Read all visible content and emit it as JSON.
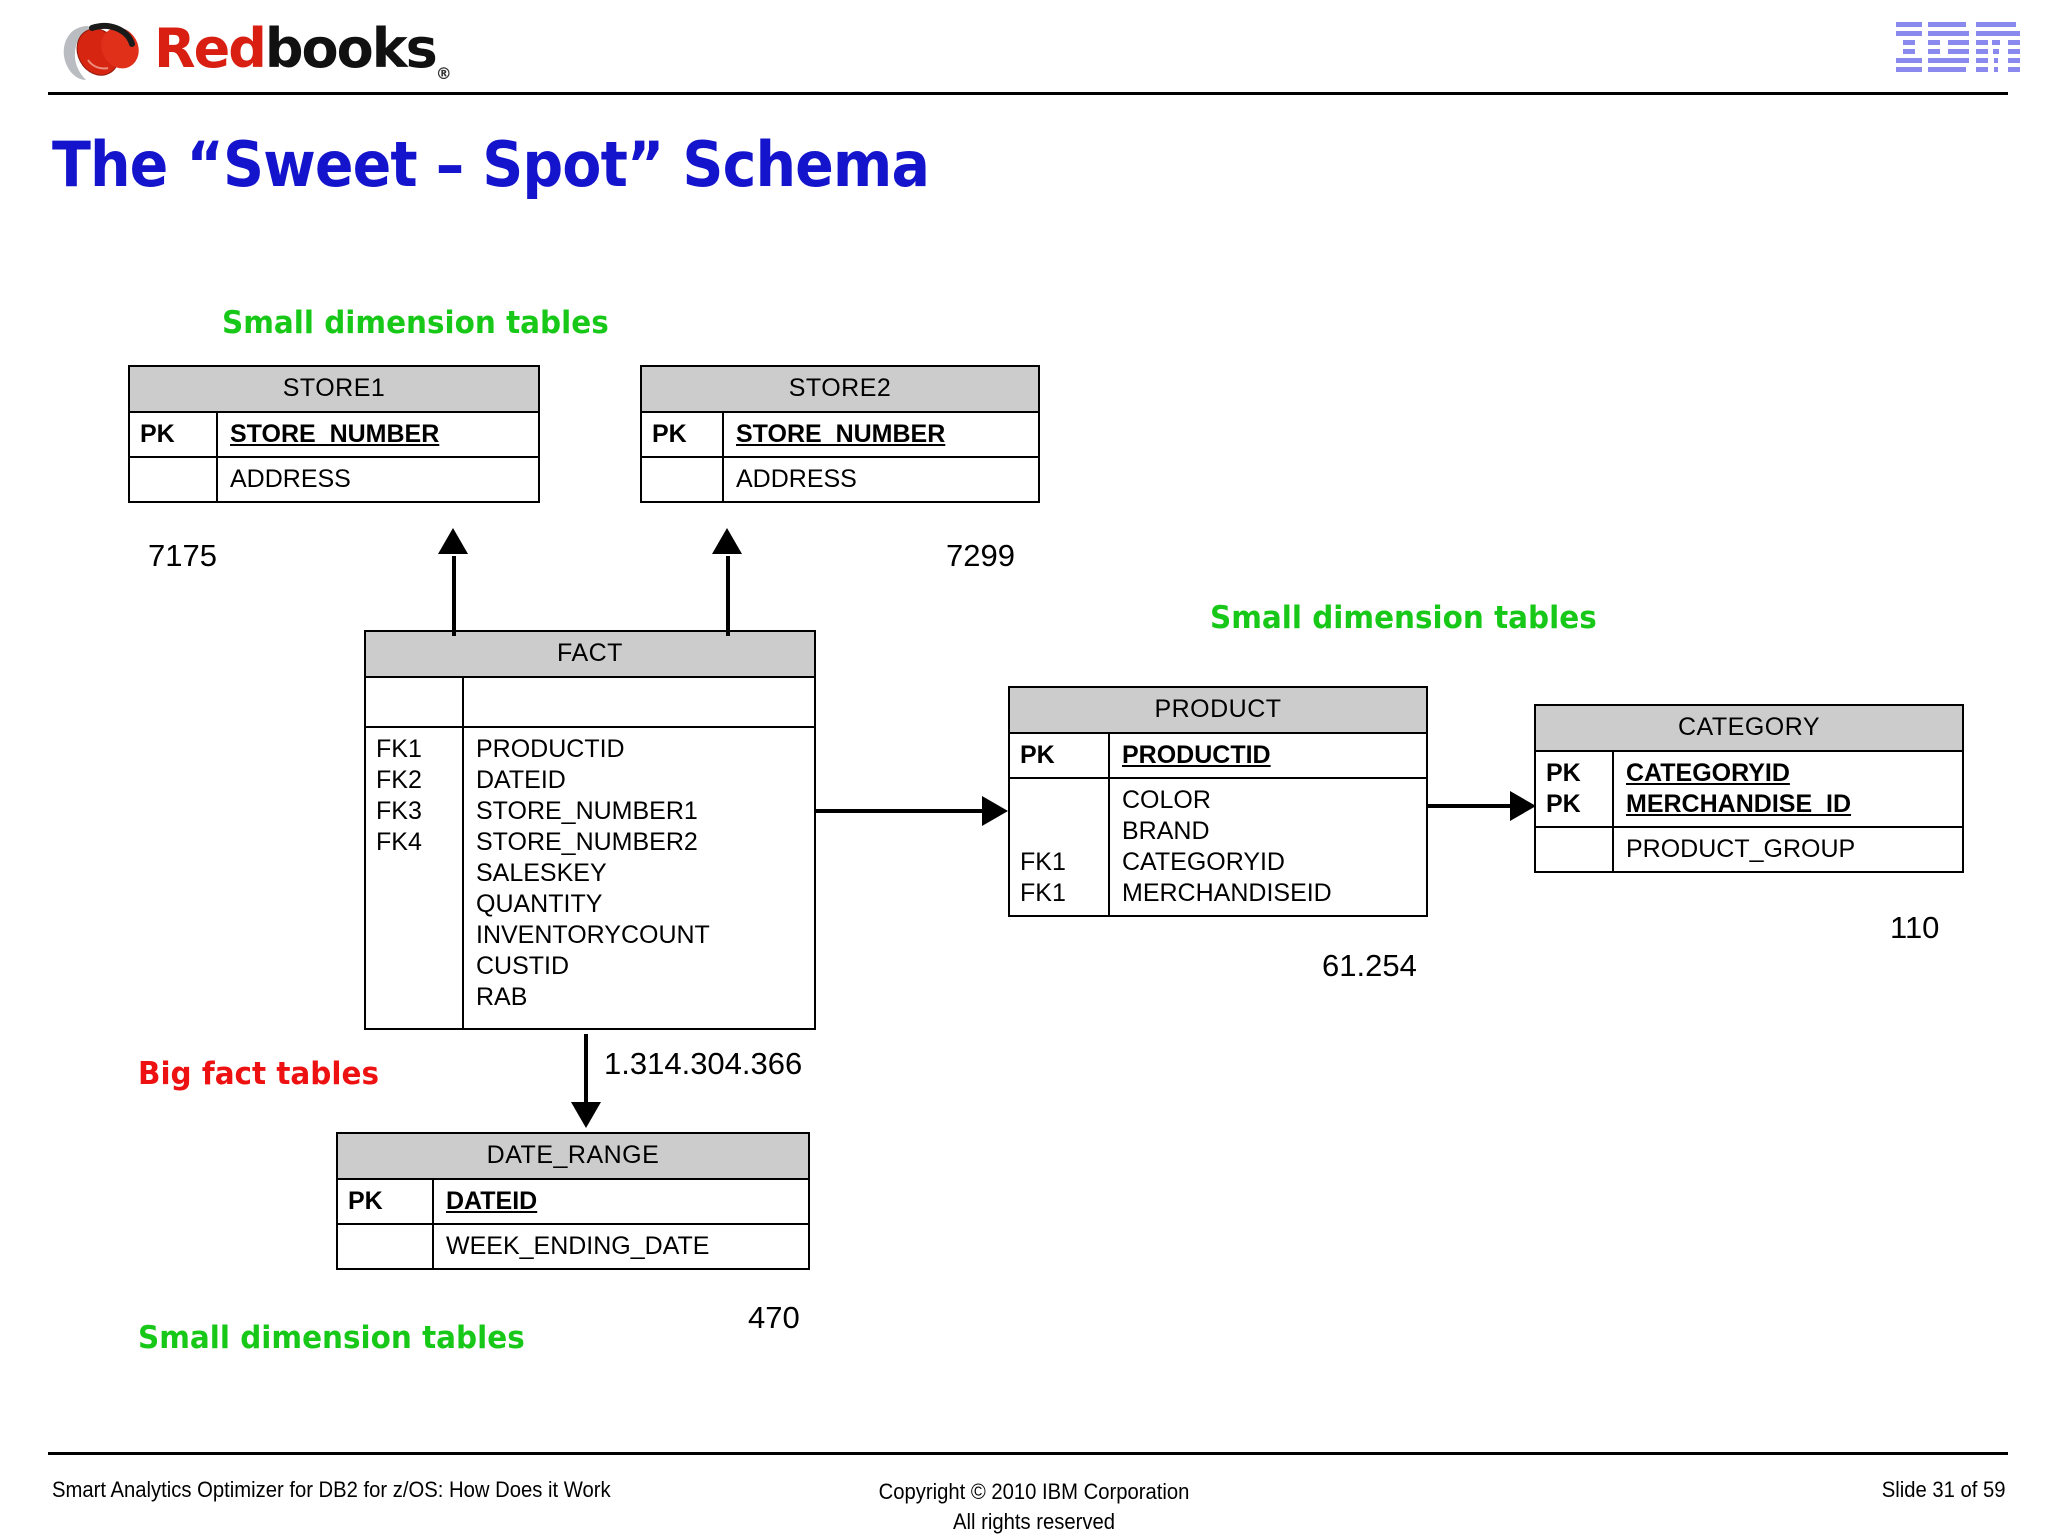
{
  "header": {
    "redbooks_logo_red": "Red",
    "redbooks_logo_black": "books",
    "redbooks_registered": "®",
    "ibm_logo_alt": "IBM",
    "title": "The “Sweet – Spot” Schema"
  },
  "annotations": {
    "small_dim_top": "Small dimension tables",
    "small_dim_mid": "Small dimension tables",
    "small_dim_bottom": "Small dimension tables",
    "big_fact": "Big fact tables",
    "green_color": "#18c818",
    "red_color": "#ee1111"
  },
  "counts": {
    "store1": "7175",
    "store2": "7299",
    "fact": "1.314.304.366",
    "product": "61.254",
    "category": "110",
    "date_range": "470"
  },
  "tables": {
    "store1": {
      "title": "STORE1",
      "sections": [
        {
          "keys": "PK",
          "fields": "STORE_NUMBER",
          "pk": true
        },
        {
          "keys": "",
          "fields": "ADDRESS",
          "pk": false
        }
      ]
    },
    "store2": {
      "title": "STORE2",
      "sections": [
        {
          "keys": "PK",
          "fields": "STORE_NUMBER",
          "pk": true
        },
        {
          "keys": "",
          "fields": "ADDRESS",
          "pk": false
        }
      ]
    },
    "fact": {
      "title": "FACT",
      "sections": [
        {
          "keys": "",
          "fields": "",
          "pk": true
        },
        {
          "keys": "FK1\nFK2\nFK3\nFK4",
          "fields": "PRODUCTID\nDATEID\nSTORE_NUMBER1\nSTORE_NUMBER2\nSALESKEY\nQUANTITY\nINVENTORYCOUNT\nCUSTID\nRAB",
          "pk": false
        }
      ]
    },
    "product": {
      "title": "PRODUCT",
      "sections": [
        {
          "keys": "PK",
          "fields": "PRODUCTID",
          "pk": true
        },
        {
          "keys": "\n\nFK1\nFK1",
          "fields": "COLOR\nBRAND\nCATEGORYID\nMERCHANDISEID",
          "pk": false
        }
      ]
    },
    "category": {
      "title": "CATEGORY",
      "sections": [
        {
          "keys": "PK\nPK",
          "fields": "CATEGORYID\nMERCHANDISE_ID",
          "pk": true
        },
        {
          "keys": "",
          "fields": "PRODUCT_GROUP",
          "pk": false
        }
      ]
    },
    "date_range": {
      "title": "DATE_RANGE",
      "sections": [
        {
          "keys": "PK",
          "fields": "DATEID",
          "pk": true
        },
        {
          "keys": "",
          "fields": "WEEK_ENDING_DATE",
          "pk": false
        }
      ]
    }
  },
  "footer": {
    "left": "Smart Analytics Optimizer for DB2 for z/OS: How Does it Work",
    "copyright": "Copyright © 2010 IBM Corporation",
    "rights": "All rights reserved",
    "slide": "Slide 31 of 59"
  }
}
